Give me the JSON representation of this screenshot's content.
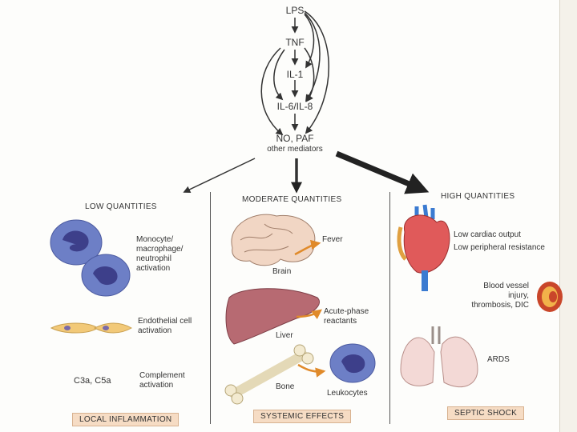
{
  "cascade": {
    "lps": "LPS",
    "tnf": "TNF",
    "il1": "IL-1",
    "il6_il8": "IL-6/IL-8",
    "no_paf": "NO, PAF",
    "other": "other mediators"
  },
  "low": {
    "heading": "LOW QUANTITIES",
    "monocyte": "Monocyte/ macrophage/ neutrophil activation",
    "endothelial": "Endothelial cell activation",
    "c3a_c5a": "C3a, C5a",
    "complement": "Complement activation",
    "footer": "LOCAL INFLAMMATION"
  },
  "moderate": {
    "heading": "MODERATE QUANTITIES",
    "fever": "Fever",
    "brain": "Brain",
    "acute_phase": "Acute-phase reactants",
    "liver": "Liver",
    "bone": "Bone",
    "leukocytes": "Leukocytes",
    "footer": "SYSTEMIC EFFECTS"
  },
  "high": {
    "heading": "HIGH QUANTITIES",
    "cardiac": "Low cardiac output",
    "resistance": "Low peripheral resistance",
    "vessel": "Blood vessel injury, thrombosis, DIC",
    "ards": "ARDS",
    "footer": "SEPTIC SHOCK"
  },
  "colors": {
    "cell": "#6d7fc6",
    "nucleus": "#3d3f8a",
    "organ": "#c98a8a",
    "heart": "#e05a5a",
    "lung": "#f3d9d6",
    "footer_bg": "#f6dcc4",
    "arrow_orange": "#e08a2a"
  }
}
